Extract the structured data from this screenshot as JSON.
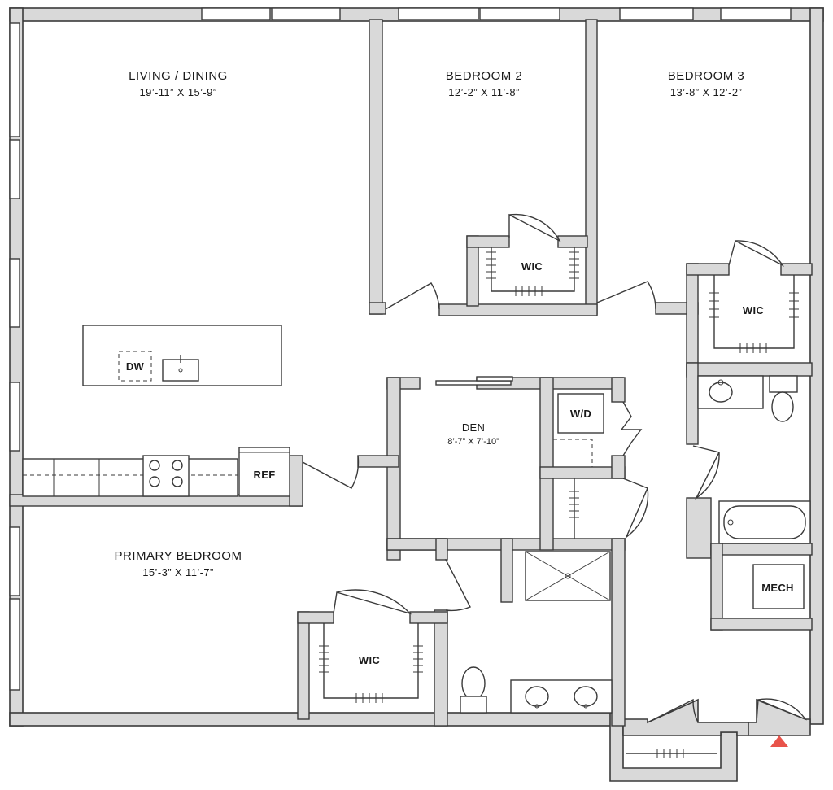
{
  "rooms": {
    "living": {
      "name": "LIVING / DINING",
      "dims": "19’-11” X 15’-9”"
    },
    "bedroom2": {
      "name": "BEDROOM 2",
      "dims": "12’-2” X 11’-8”"
    },
    "bedroom3": {
      "name": "BEDROOM 3",
      "dims": "13’-8” X 12’-2”"
    },
    "den": {
      "name": "DEN",
      "dims": "8’-7” X 7’-10”"
    },
    "primary": {
      "name": "PRIMARY BEDROOM",
      "dims": "15’-3” X 11’-7”"
    }
  },
  "labels": {
    "wic_b2": "WIC",
    "wic_b3": "WIC",
    "wic_primary": "WIC",
    "dw": "DW",
    "ref": "REF",
    "wd": "W/D",
    "mech": "MECH"
  },
  "colors": {
    "wall_fill": "#d9d9d9",
    "line": "#3a3a3a",
    "north_marker": "#e8534a"
  },
  "icons": {
    "north_marker": "red-triangle-icon"
  }
}
